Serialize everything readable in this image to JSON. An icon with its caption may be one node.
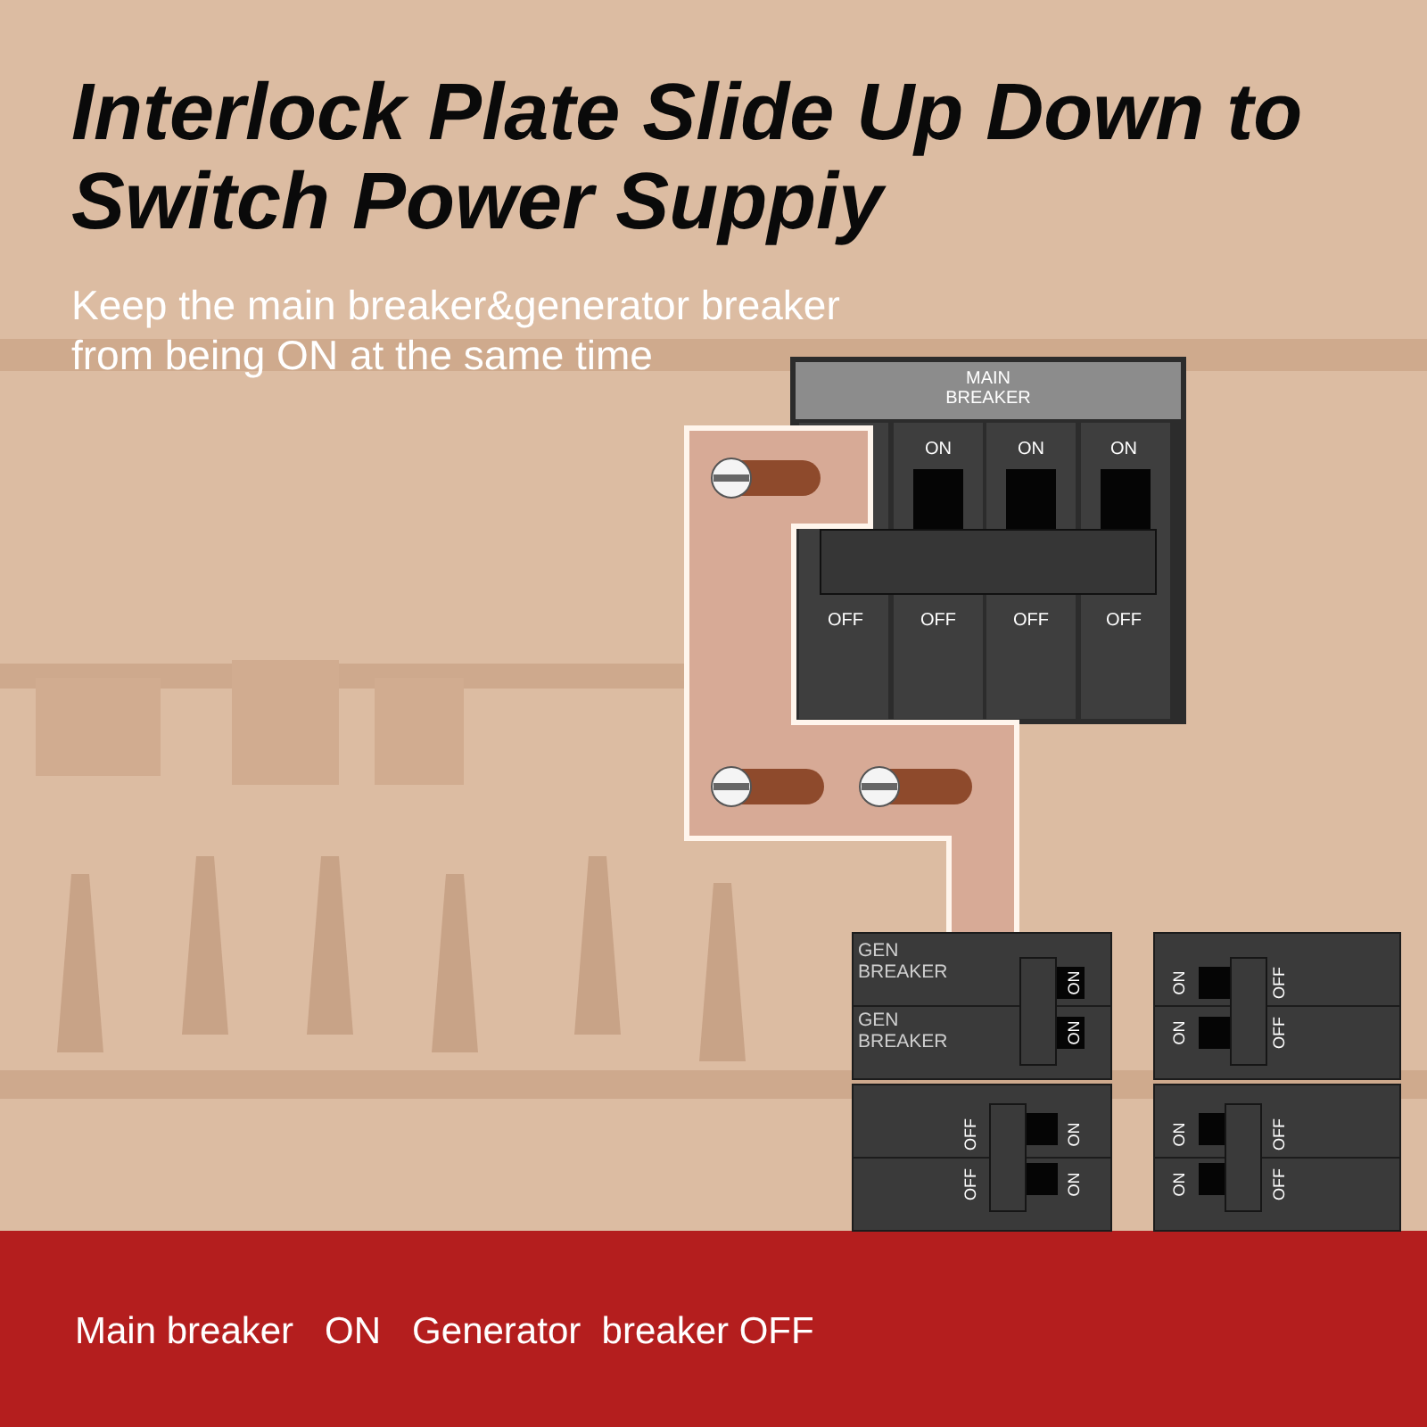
{
  "diagram": {
    "title": "Interlock Plate Slide Up Down to Switch Power Suppiy",
    "labels": [
      "Keep the main breaker&generator breaker from being ON at the same time",
      "MAIN BREAKER",
      "ON",
      "ON",
      "ON",
      "OFF",
      "OFF",
      "OFF",
      "OFF",
      "GEN BREAKER",
      "ON",
      "GEN BREAKER",
      "ON",
      "OFF",
      "ON",
      "OFF",
      "ON",
      "ON",
      "OFF",
      "ON",
      "OFF",
      "ON",
      "OFF",
      "ON",
      "OFF",
      "Main breaker   ON   Generator  breaker OFF"
    ]
  }
}
